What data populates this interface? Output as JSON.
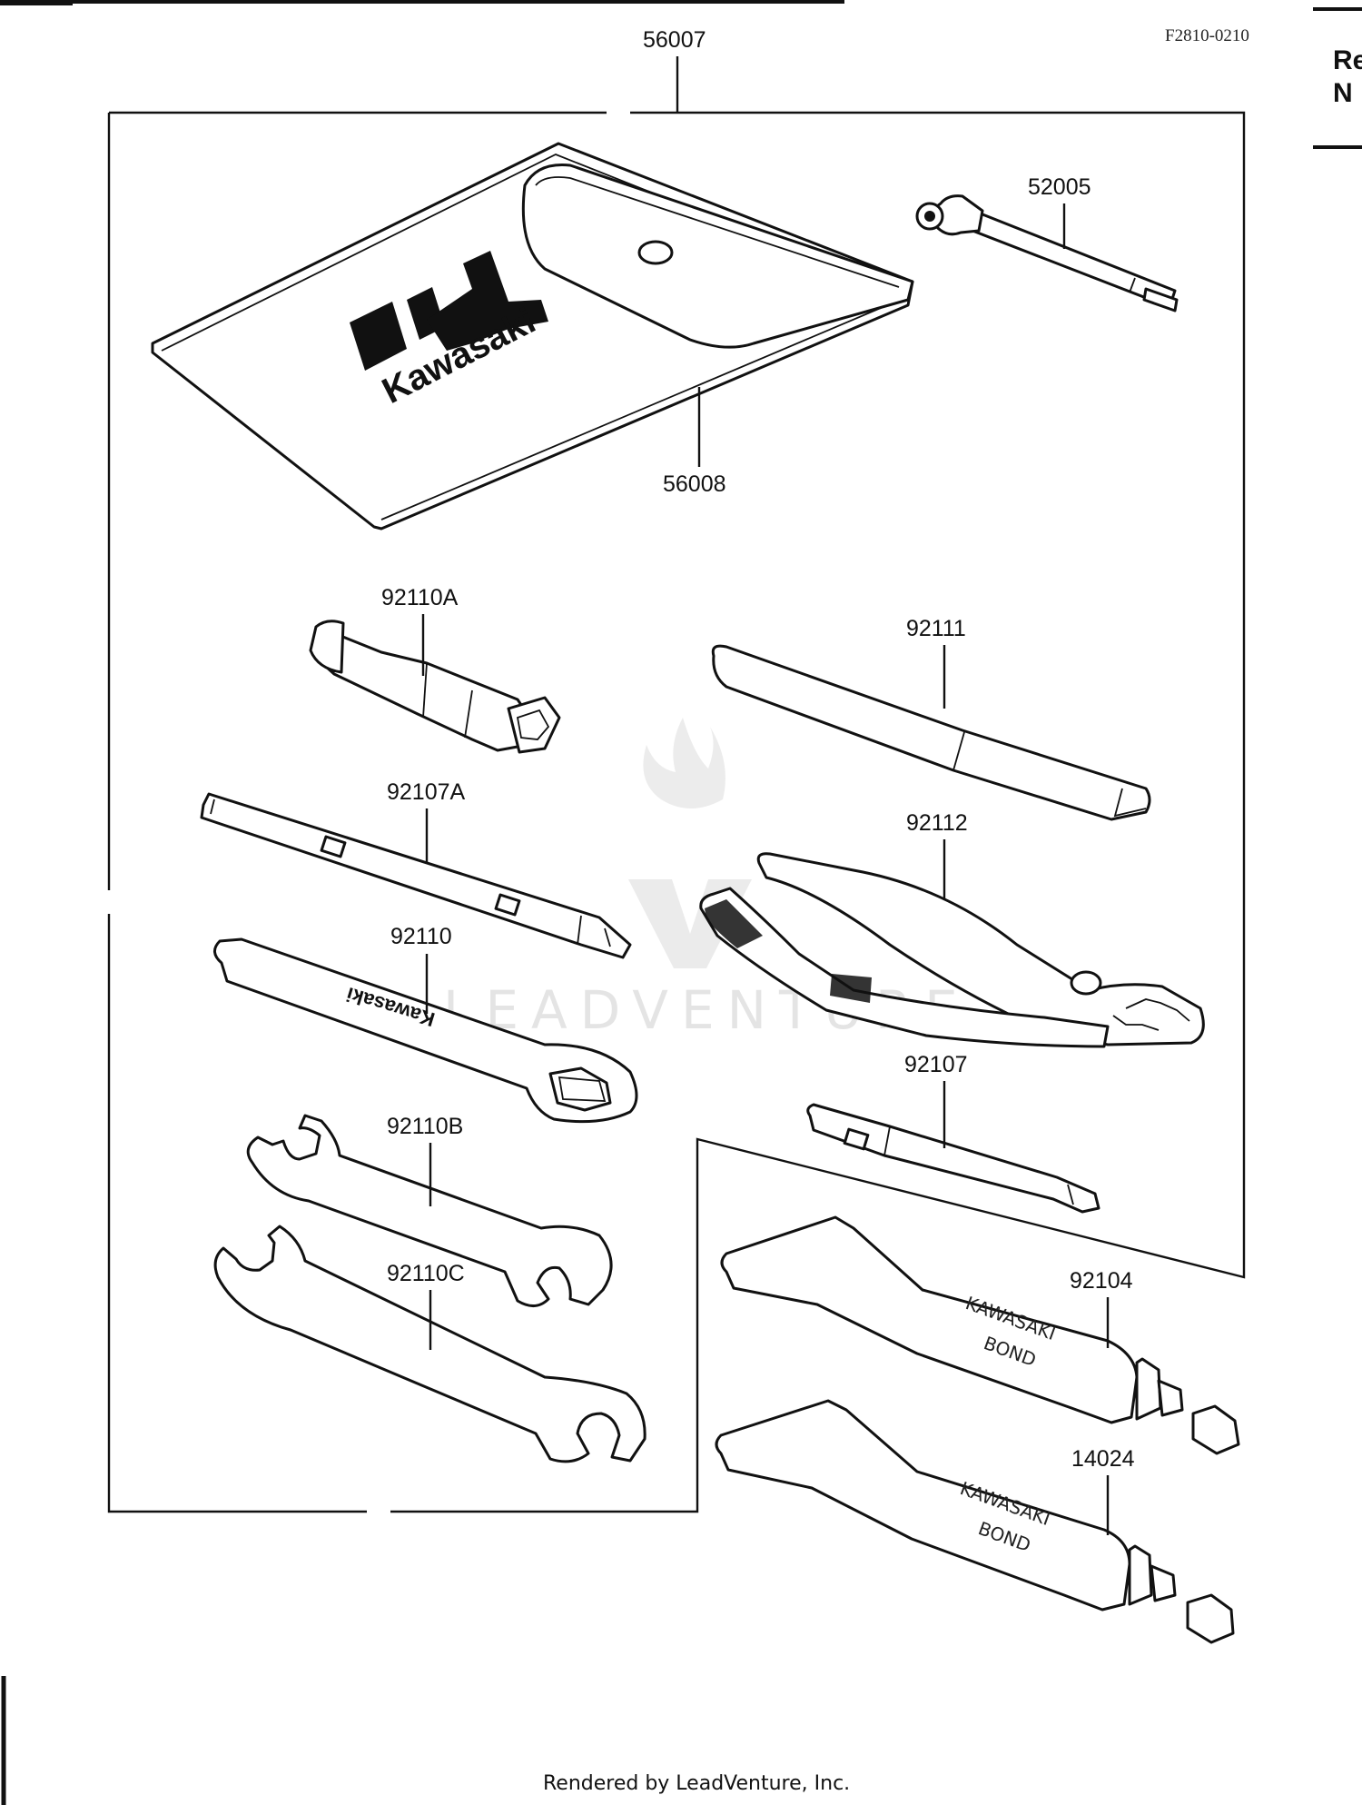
{
  "document": {
    "ref_code": "F2810-0210",
    "side_label": [
      "Re",
      "N"
    ],
    "footer": "Rendered by LeadVenture, Inc.",
    "watermark": "LEADVENTURE"
  },
  "parts": [
    {
      "id": "56007"
    },
    {
      "id": "52005"
    },
    {
      "id": "56008"
    },
    {
      "id": "92110A"
    },
    {
      "id": "92111"
    },
    {
      "id": "92107A"
    },
    {
      "id": "92112"
    },
    {
      "id": "92110"
    },
    {
      "id": "92107"
    },
    {
      "id": "92110B"
    },
    {
      "id": "92104"
    },
    {
      "id": "92110C"
    },
    {
      "id": "14024"
    }
  ],
  "illustration_text": {
    "pouch_brand": "Kawasaki",
    "wrench_brand": "Kawasaki",
    "tube_line1": "KAWASAKI",
    "tube_line2": "BOND"
  }
}
